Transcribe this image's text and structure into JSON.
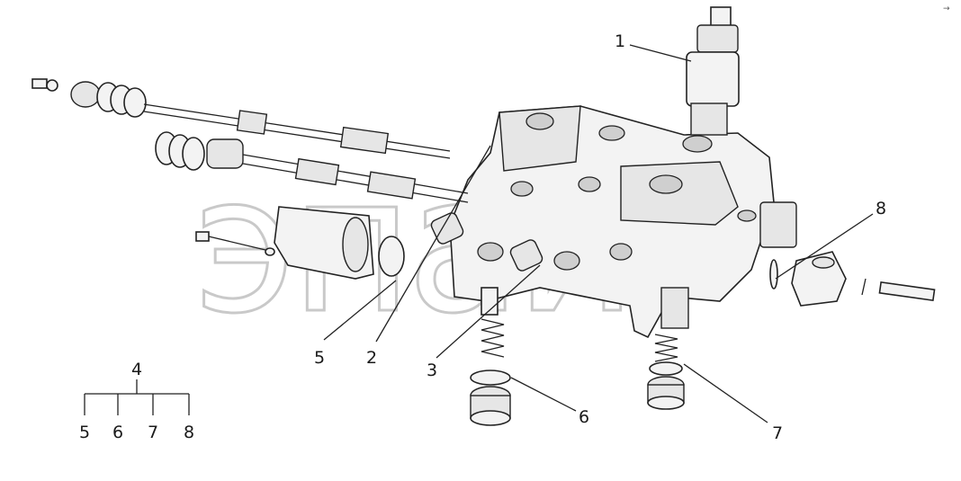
{
  "diagram": {
    "callouts": {
      "c1": "1",
      "c2": "2",
      "c3": "3",
      "c5": "5",
      "c6": "6",
      "c7": "7",
      "c8": "8"
    },
    "kit_tree": {
      "root": "4",
      "children": [
        "5",
        "6",
        "7",
        "8"
      ]
    },
    "watermark": "эпай",
    "corner_mark": "→"
  }
}
